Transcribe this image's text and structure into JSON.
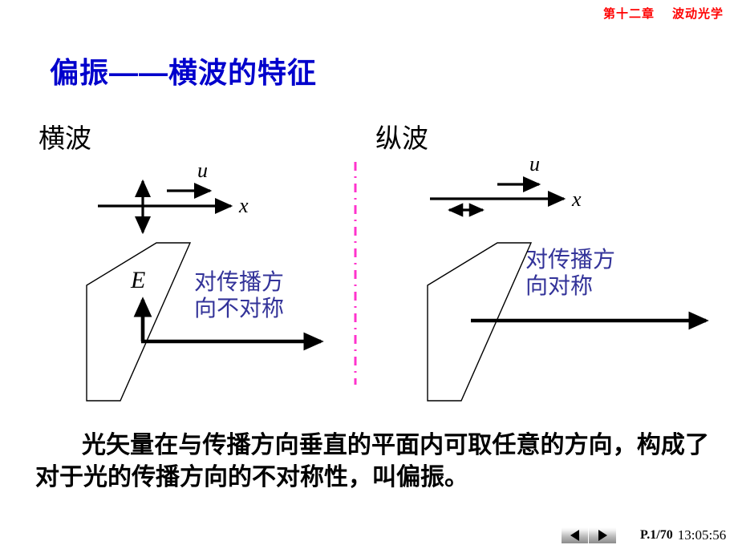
{
  "header": {
    "chapter": "第十二章",
    "subject": "波动光学",
    "color": "#ff0000"
  },
  "title": {
    "text": "偏振——横波的特征",
    "color": "#0000cc"
  },
  "panels": {
    "left": {
      "heading": "横波",
      "velocity_label": "u",
      "axis_label": "x",
      "field_label": "E",
      "annotation_line1": "对传播方",
      "annotation_line2": "向不对称",
      "annotation_color": "#333399"
    },
    "right": {
      "heading": "纵波",
      "velocity_label": "u",
      "axis_label": "x",
      "annotation_line1": "对传播方",
      "annotation_line2": "向对称",
      "annotation_color": "#333399"
    },
    "divider_color": "#ff33cc"
  },
  "body": {
    "paragraph": "光矢量在与传播方向垂直的平面内可取任意的方向，构成了对于光的传播方向的不对称性，叫偏振。"
  },
  "footer": {
    "page": "P.1/70",
    "time": "13:05:56",
    "prev_icon": "triangle-left-icon",
    "next_icon": "triangle-right-icon"
  }
}
